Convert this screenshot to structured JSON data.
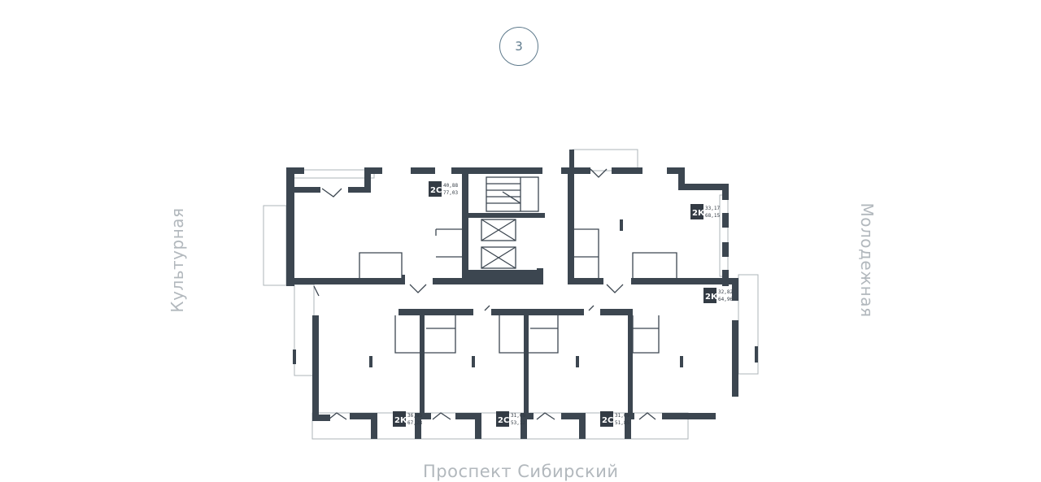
{
  "section": {
    "number": "3"
  },
  "streets": {
    "south": "Проспект Сибирский",
    "west": "Культурная",
    "east": "Молодежная"
  },
  "colors": {
    "walls": "#3c4650",
    "streets": "#b2b8bd",
    "badge": "#5e7a8c"
  },
  "apartments": [
    {
      "type": "2С",
      "living": "40,88",
      "total": "77,03"
    },
    {
      "type": "2К",
      "living": "33,17",
      "total": "68,15"
    },
    {
      "type": "2К",
      "living": "32,82",
      "total": "64,96"
    },
    {
      "type": "2К",
      "living": "36,95",
      "total": "67,28"
    },
    {
      "type": "2С",
      "living": "31,09",
      "total": "53,12"
    },
    {
      "type": "2С",
      "living": "31,09",
      "total": "51,85"
    }
  ]
}
